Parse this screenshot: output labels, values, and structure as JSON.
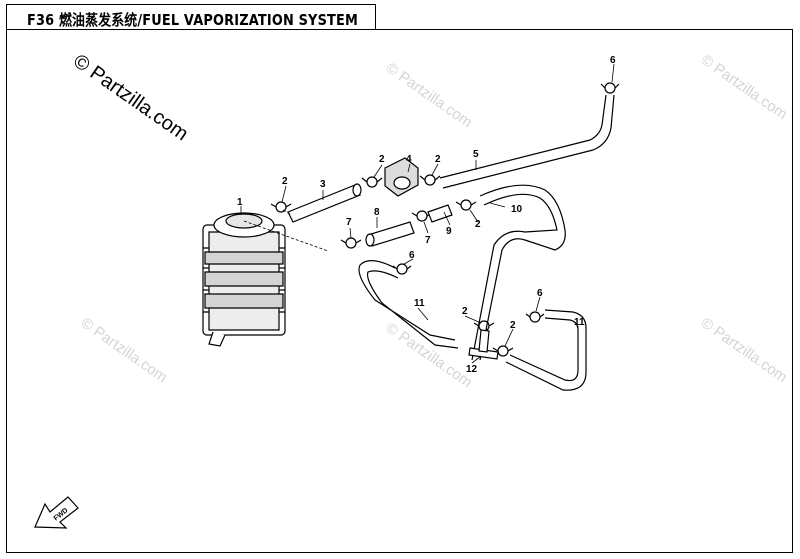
{
  "header": {
    "title": "F36 燃油蒸发系统/FUEL VAPORIZATION SYSTEM"
  },
  "watermark": {
    "main": "© Partzilla.com",
    "faint": "© Partzilla.com"
  },
  "callouts": [
    "1",
    "2",
    "2",
    "2",
    "2",
    "2",
    "2",
    "2",
    "3",
    "4",
    "5",
    "6",
    "6",
    "6",
    "7",
    "7",
    "8",
    "9",
    "10",
    "11",
    "11",
    "12"
  ],
  "fwd_label": "FWD",
  "colors": {
    "line": "#000000",
    "part_fill": "#e6e6e6",
    "watermark": "#d9d9d9"
  }
}
